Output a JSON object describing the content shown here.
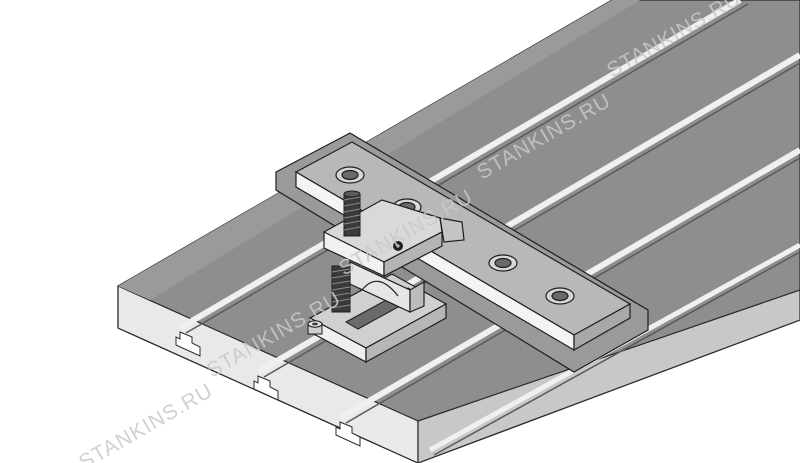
{
  "watermark": {
    "text": "STANKINS.RU",
    "color": "#c9c9c9"
  },
  "colors": {
    "background": "#ffffff",
    "table_top": "#8e8e8e",
    "table_front": "#e9e9e9",
    "table_side": "#c8c8c8",
    "slot_highlight": "#f0f0f0",
    "slot_shadow": "#5a5a5a",
    "rail": "#9a9a9a",
    "clamp_metal": "#d5d5d5",
    "outline": "#1e1e1e"
  },
  "icons": [
    "t-slot-table",
    "t-slot-bar",
    "step-clamp",
    "threaded-stud",
    "fixing-screw"
  ]
}
